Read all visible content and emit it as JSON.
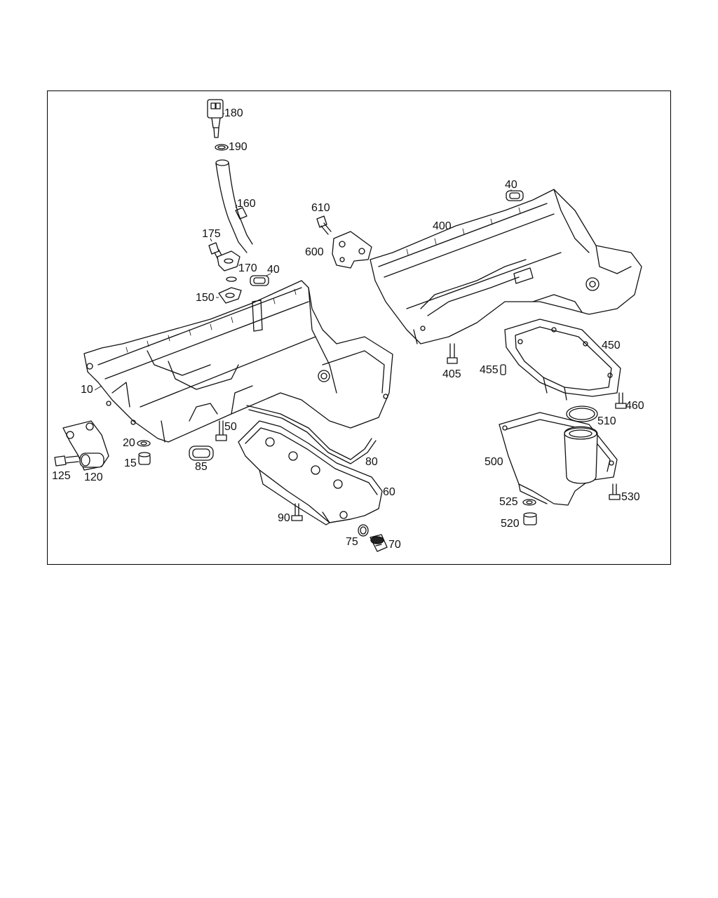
{
  "diagram": {
    "callouts": [
      {
        "id": "c180",
        "text": "180"
      },
      {
        "id": "c190",
        "text": "190"
      },
      {
        "id": "c160",
        "text": "160"
      },
      {
        "id": "c175",
        "text": "175"
      },
      {
        "id": "c170",
        "text": "170"
      },
      {
        "id": "c40a",
        "text": "40"
      },
      {
        "id": "c150",
        "text": "150"
      },
      {
        "id": "c610",
        "text": "610"
      },
      {
        "id": "c600",
        "text": "600"
      },
      {
        "id": "c40b",
        "text": "40"
      },
      {
        "id": "c400",
        "text": "400"
      },
      {
        "id": "c10",
        "text": "10"
      },
      {
        "id": "c405",
        "text": "405"
      },
      {
        "id": "c455",
        "text": "455"
      },
      {
        "id": "c450",
        "text": "450"
      },
      {
        "id": "c460",
        "text": "460"
      },
      {
        "id": "c510",
        "text": "510"
      },
      {
        "id": "c500",
        "text": "500"
      },
      {
        "id": "c50",
        "text": "50"
      },
      {
        "id": "c20",
        "text": "20"
      },
      {
        "id": "c15",
        "text": "15"
      },
      {
        "id": "c85",
        "text": "85"
      },
      {
        "id": "c80",
        "text": "80"
      },
      {
        "id": "c125",
        "text": "125"
      },
      {
        "id": "c120",
        "text": "120"
      },
      {
        "id": "c60",
        "text": "60"
      },
      {
        "id": "c90",
        "text": "90"
      },
      {
        "id": "c75",
        "text": "75"
      },
      {
        "id": "c70",
        "text": "70"
      },
      {
        "id": "c525",
        "text": "525"
      },
      {
        "id": "c530",
        "text": "530"
      },
      {
        "id": "c520",
        "text": "520"
      }
    ]
  }
}
